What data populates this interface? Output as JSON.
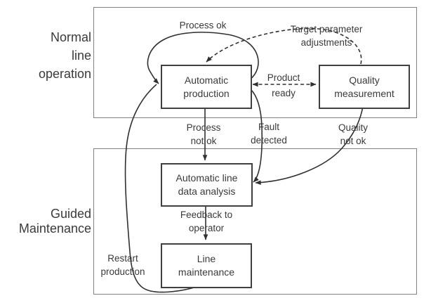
{
  "regions": {
    "normal": {
      "label": "Normal\nline\noperation"
    },
    "guided": {
      "label": "Guided\nMaintenance"
    }
  },
  "nodes": {
    "automatic_production": {
      "label": "Automatic\nproduction"
    },
    "quality_measurement": {
      "label": "Quality\nmeasurement"
    },
    "line_data_analysis": {
      "label": "Automatic line\ndata analysis"
    },
    "line_maintenance": {
      "label": "Line\nmaintenance"
    }
  },
  "edges": {
    "process_ok": {
      "label": "Process ok",
      "style": "solid",
      "from": "automatic_production",
      "to": "automatic_production"
    },
    "target_parameter_adjustments": {
      "label": "Target parameter\nadjustments",
      "style": "dashed",
      "from": "quality_measurement",
      "to": "automatic_production"
    },
    "product_ready": {
      "label": "Product\nready",
      "style": "dashed",
      "from": "automatic_production",
      "to": "quality_measurement",
      "bidirectional": true
    },
    "process_not_ok": {
      "label": "Process\nnot ok",
      "style": "solid",
      "from": "automatic_production",
      "to": "line_data_analysis"
    },
    "fault_detected": {
      "label": "Fault\ndetected",
      "style": "solid",
      "from": "automatic_production",
      "to": "line_data_analysis"
    },
    "quality_not_ok": {
      "label": "Quality\nnot ok",
      "style": "solid",
      "from": "quality_measurement",
      "to": "line_data_analysis"
    },
    "feedback_to_operator": {
      "label": "Feedback to\noperator",
      "style": "solid",
      "from": "line_data_analysis",
      "to": "line_maintenance"
    },
    "restart_production": {
      "label": "Restart\nproduction",
      "style": "solid",
      "from": "line_maintenance",
      "to": "automatic_production"
    }
  },
  "colors": {
    "stroke": "#303030",
    "text": "#3a3a3a",
    "node_border": "#404040",
    "region_border": "#828282",
    "background": "#ffffff"
  }
}
